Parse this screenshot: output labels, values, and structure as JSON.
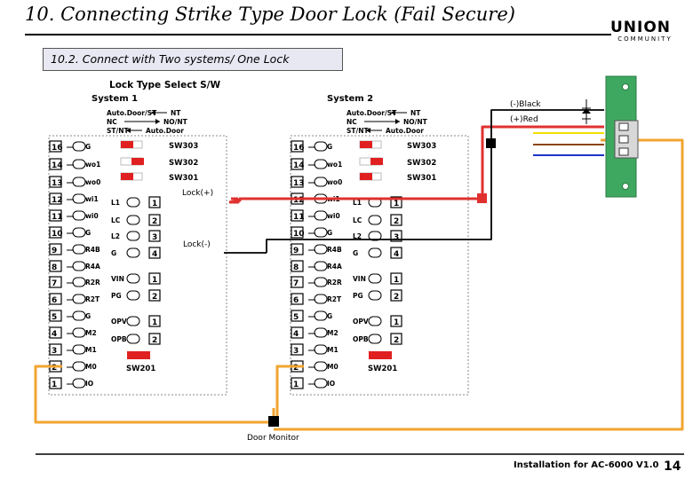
{
  "page": {
    "title": "10. Connecting Strike Type Door Lock (Fail Secure)",
    "subtitle": "10.2. Connect with Two systems/ One Lock",
    "footer": "Installation for AC-6000 V1.0",
    "page_number": "14",
    "logo": {
      "main": "UNION",
      "sub": "COMMUNITY"
    }
  },
  "diagram": {
    "lock_type_label": "Lock Type Select S/W",
    "door_monitor_label": "Door Monitor",
    "lock_plus_label": "Lock(+)",
    "lock_minus_label": "Lock(-)",
    "black_label": "(-)Black",
    "red_label": "(+)Red",
    "systems": [
      {
        "name": "System 1",
        "legend": [
          {
            "left": "Auto.Door/ST",
            "right": "NT"
          },
          {
            "left": "NC",
            "right": "NO/NT"
          },
          {
            "left": "ST/NT",
            "right": "Auto.Door"
          }
        ],
        "switches": [
          "SW303",
          "SW302",
          "SW301"
        ],
        "sw_bottom": "SW201"
      },
      {
        "name": "System 2",
        "legend": [
          {
            "left": "Auto.Door/ST",
            "right": "NT"
          },
          {
            "left": "NC",
            "right": "NO/NT"
          },
          {
            "left": "ST/NT",
            "right": "Auto.Door"
          }
        ],
        "switches": [
          "SW303",
          "SW302",
          "SW301"
        ],
        "sw_bottom": "SW201"
      }
    ],
    "terminals_left": [
      {
        "num": "16",
        "label": "G"
      },
      {
        "num": "14",
        "label": "wo1"
      },
      {
        "num": "13",
        "label": "wo0"
      },
      {
        "num": "12",
        "label": "wi1"
      },
      {
        "num": "11",
        "label": "wi0"
      },
      {
        "num": "10",
        "label": "G"
      },
      {
        "num": "9",
        "label": "R4B"
      },
      {
        "num": "8",
        "label": "R4A"
      },
      {
        "num": "7",
        "label": "R2R"
      },
      {
        "num": "6",
        "label": "R2T"
      },
      {
        "num": "5",
        "label": "G"
      },
      {
        "num": "4",
        "label": "M2"
      },
      {
        "num": "3",
        "label": "M1"
      },
      {
        "num": "2",
        "label": "M0"
      },
      {
        "num": "1",
        "label": "IO"
      }
    ],
    "terminals_right": [
      {
        "label": "L1",
        "num": "1"
      },
      {
        "label": "LC",
        "num": "2"
      },
      {
        "label": "L2",
        "num": "3"
      },
      {
        "label": "G",
        "num": "4"
      },
      {
        "label": "VIN",
        "num": "1"
      },
      {
        "label": "PG",
        "num": "2"
      },
      {
        "label": "OPV",
        "num": "1"
      },
      {
        "label": "OPB",
        "num": "2"
      }
    ],
    "colors": {
      "red": "#e03030",
      "orange": "#f2a531",
      "black": "#000000",
      "yellow": "#f5e000",
      "brown": "#8b4513",
      "blue": "#1c33c8",
      "lock_green": "#3fa860",
      "switch_red": "#e02020",
      "subtitle_bg": "#e8e8f2"
    }
  }
}
